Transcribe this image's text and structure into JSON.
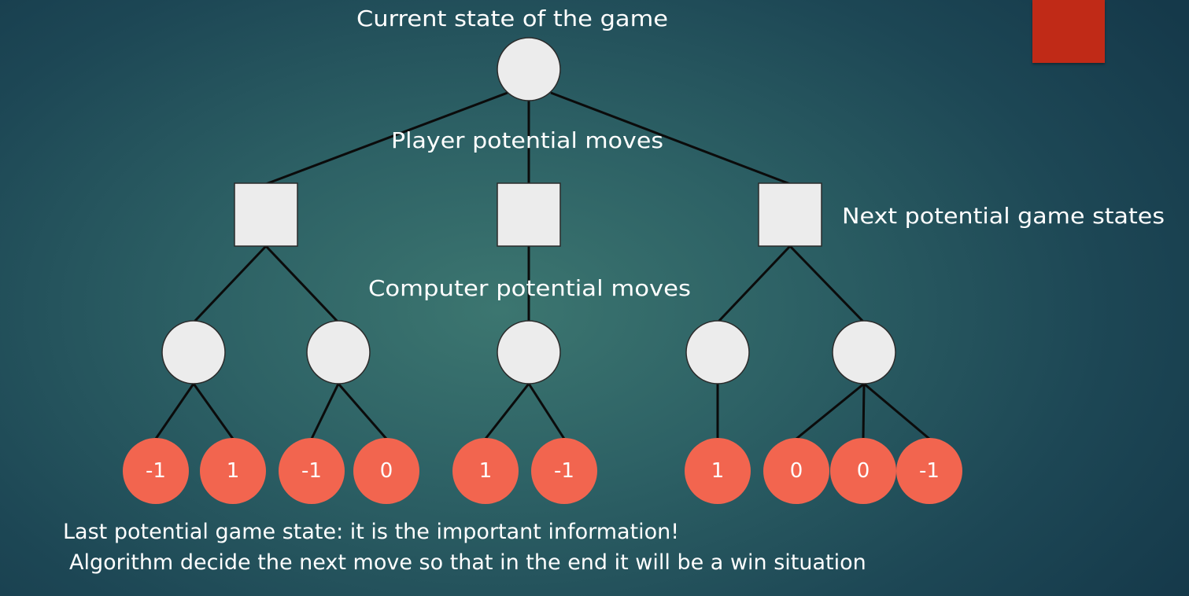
{
  "labels": {
    "root": "Current state of the game",
    "player_moves": "Player potential moves",
    "next_states": "Next potential game states",
    "computer_moves": "Computer potential moves"
  },
  "caption": {
    "line1": "Last potential game state: it is the important information!",
    "line2": "Algorithm decide the next move so that in the end it will be a win situation"
  },
  "leaves": [
    "-1",
    "1",
    "-1",
    "0",
    "1",
    "-1",
    "1",
    "0",
    "0",
    "-1"
  ],
  "colors": {
    "node_fill": "#ececec",
    "leaf_fill": "#f2654f",
    "edge": "#0b0b0b",
    "accent": "#c02a17"
  }
}
